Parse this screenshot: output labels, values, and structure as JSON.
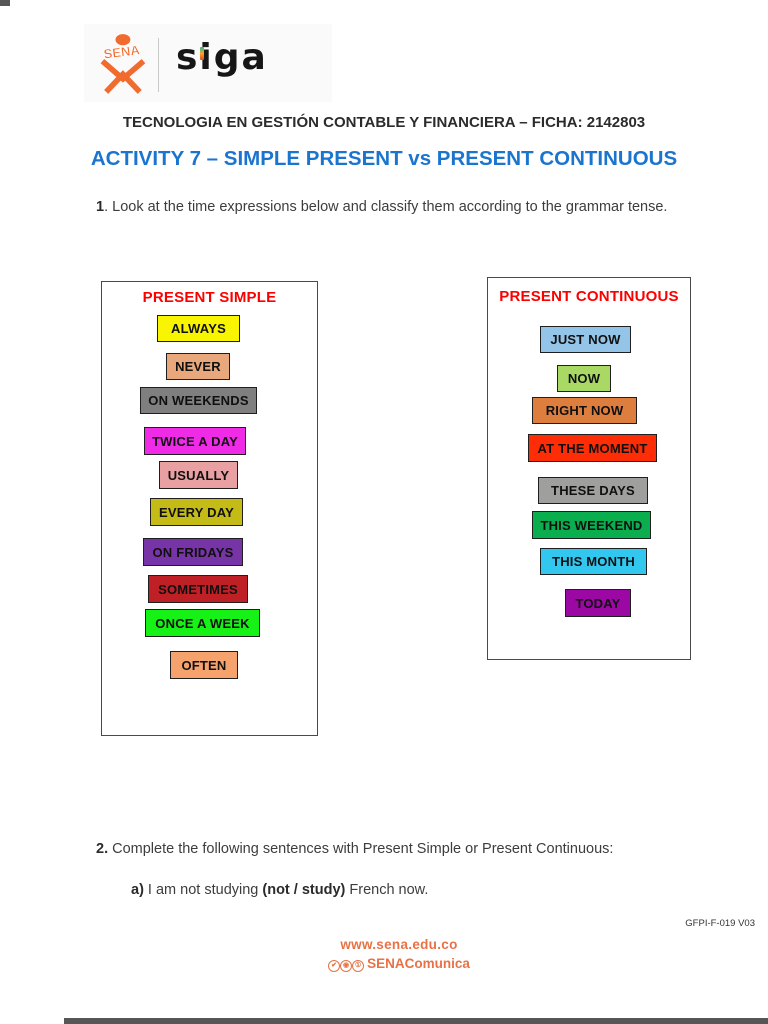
{
  "page": {
    "course_line": "TECNOLOGIA EN GESTIÓN CONTABLE Y FINANCIERA – FICHA: 2142803",
    "title": "ACTIVITY 7 – SIMPLE PRESENT vs PRESENT CONTINUOUS",
    "title_color": "#1B75CE",
    "heading_red": "#FC0000",
    "form_code": "GFPI-F-019 V03"
  },
  "logos": {
    "sena_label": "SENA",
    "siga_label": "siga",
    "sena_orange": "#F26B2E"
  },
  "instruction1": {
    "bold": "1",
    "rest": ". Look at the time expressions below and classify them according to the grammar tense."
  },
  "simple_box": {
    "title": "PRESENT SIMPLE",
    "items": [
      {
        "label": "ALWAYS",
        "color": "#F9F400"
      },
      {
        "label": "NEVER",
        "color": "#E8A87C"
      },
      {
        "label": "ON WEEKENDS",
        "color": "#7F7F7F"
      },
      {
        "label": "TWICE A DAY",
        "color": "#F02BE8"
      },
      {
        "label": "USUALLY",
        "color": "#E9A0A3"
      },
      {
        "label": "EVERY DAY",
        "color": "#C4BB16"
      },
      {
        "label": "ON FRIDAYS",
        "color": "#7634A6"
      },
      {
        "label": "SOMETIMES",
        "color": "#BF2026"
      },
      {
        "label": "ONCE A WEEK",
        "color": "#16F216"
      },
      {
        "label": "OFTEN",
        "color": "#F5A26D"
      }
    ]
  },
  "continuous_box": {
    "title": "PRESENT CONTINUOUS",
    "items": [
      {
        "label": "JUST NOW",
        "color": "#94C4E8"
      },
      {
        "label": "NOW",
        "color": "#A9D964"
      },
      {
        "label": "RIGHT NOW",
        "color": "#DD7E3E"
      },
      {
        "label": "AT THE MOMENT",
        "color": "#FF2D05"
      },
      {
        "label": "THESE DAYS",
        "color": "#9FA09E"
      },
      {
        "label": "THIS WEEKEND",
        "color": "#0AAE4F"
      },
      {
        "label": "THIS MONTH",
        "color": "#31C7EF"
      },
      {
        "label": "TODAY",
        "color": "#9B08A3"
      }
    ]
  },
  "instruction2": {
    "bold": "2.",
    "rest": " Complete the following sentences with Present Simple or Present Continuous:"
  },
  "sentence_a": {
    "marker": "a)",
    "pre": " I am not studying ",
    "bold": "(not / study)",
    "post": " French now."
  },
  "footer": {
    "url": "www.sena.edu.co",
    "social_label": "SENAComunica",
    "color": "#E87245",
    "icons": [
      "twitter-icon",
      "instagram-icon",
      "social-circle-icon"
    ]
  }
}
